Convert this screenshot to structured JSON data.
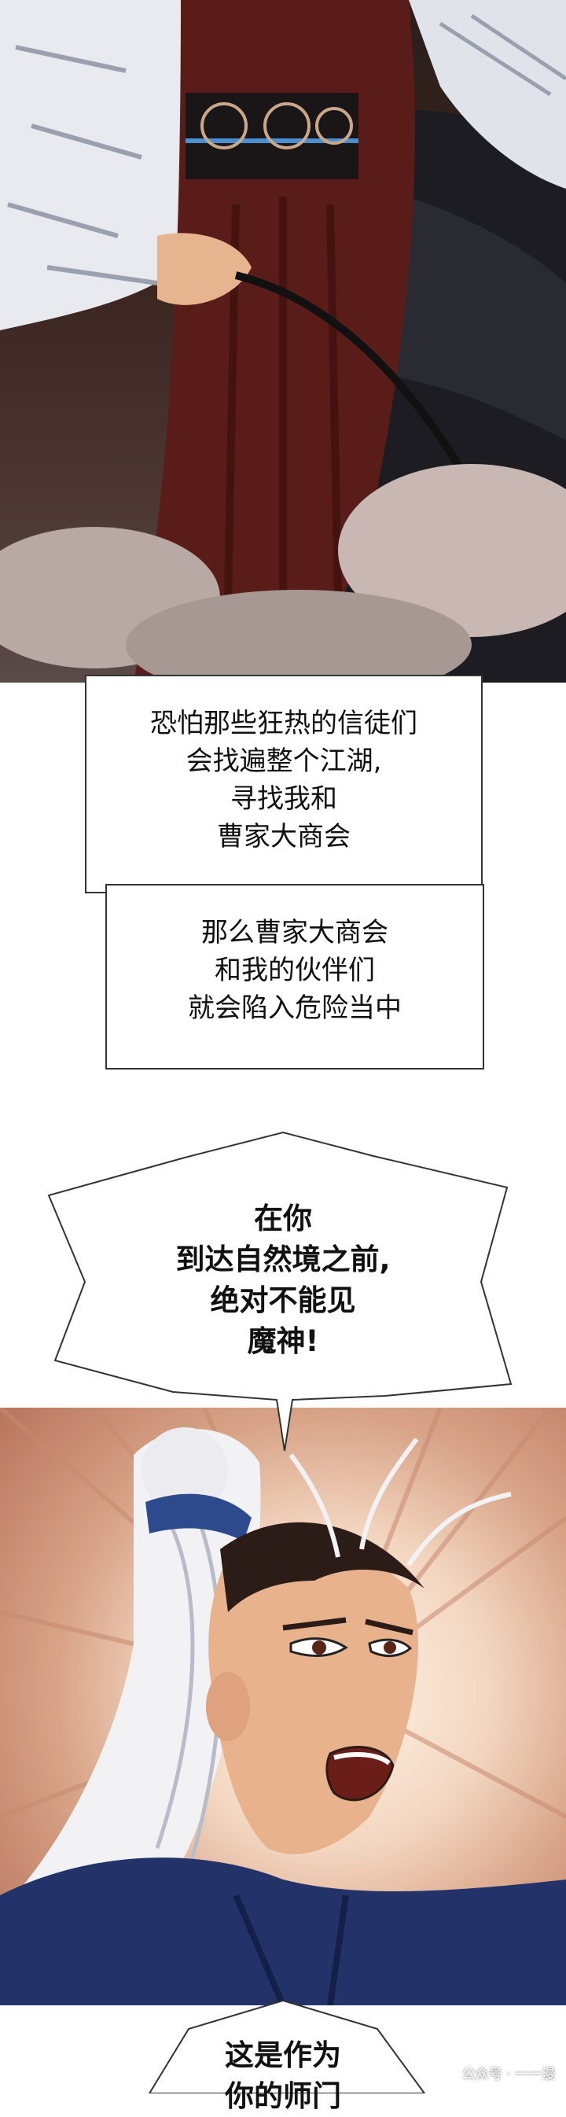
{
  "narration": {
    "box1_lines": [
      "恐怕那些狂热的信徒们",
      "会找遍整个江湖,",
      "寻找我和",
      "曹家大商会"
    ],
    "box2_lines": [
      "那么曹家大商会",
      "和我的伙伴们",
      "就会陷入危险当中"
    ]
  },
  "speech_bubble_1": {
    "lines": [
      "在你",
      "到达自然境之前,",
      "绝对不能见",
      "魔神!"
    ]
  },
  "speech_bubble_2": {
    "lines": [
      "这是作为",
      "你的师门"
    ]
  },
  "watermark": "公众号 · 一一漫",
  "colors": {
    "robe_red": "#5a1c18",
    "robe_white": "#e9eaf0",
    "headband_blue": "#2d4a8c",
    "robe_blue": "#23336a",
    "burst_center": "#fff6ea"
  }
}
